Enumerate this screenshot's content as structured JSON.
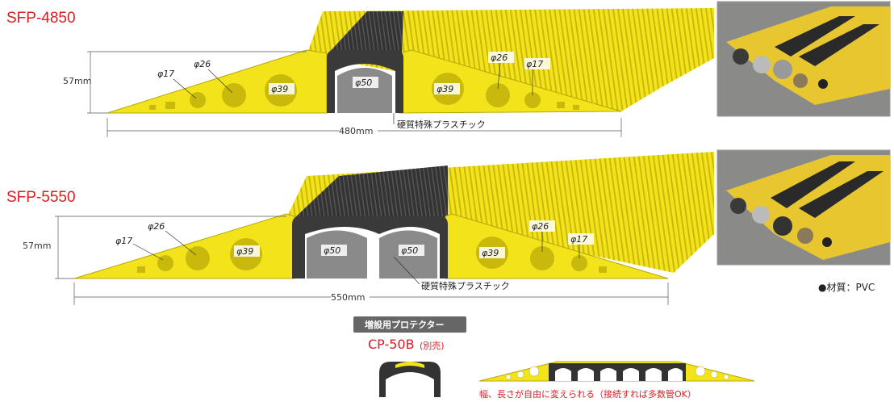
{
  "products": [
    {
      "model": "SFP-4850",
      "height_label": "57mm",
      "width_label": "480mm",
      "material_note": "硬質特殊プラスチック",
      "left_holes": [
        "φ17",
        "φ26",
        "φ39"
      ],
      "channel_labels": [
        "φ50"
      ],
      "right_holes": [
        "φ39",
        "φ26",
        "φ17"
      ]
    },
    {
      "model": "SFP-5550",
      "height_label": "57mm",
      "width_label": "550mm",
      "material_note": "硬質特殊プラスチック",
      "left_holes": [
        "φ17",
        "φ26",
        "φ39"
      ],
      "channel_labels": [
        "φ50",
        "φ50"
      ],
      "right_holes": [
        "φ39",
        "φ26",
        "φ17"
      ]
    }
  ],
  "material": "●材質：PVC",
  "accessory": {
    "tag": "増設用プロテクター",
    "model": "CP-50B",
    "model_suffix": "(別売)",
    "caption": "幅、長さが自由に変えられる（接続すれば多数管OK）"
  },
  "colors": {
    "yellow": "#f3e31b",
    "dark": "#3a3a3a",
    "gray": "#8a8a8a",
    "red": "#d71f26"
  }
}
